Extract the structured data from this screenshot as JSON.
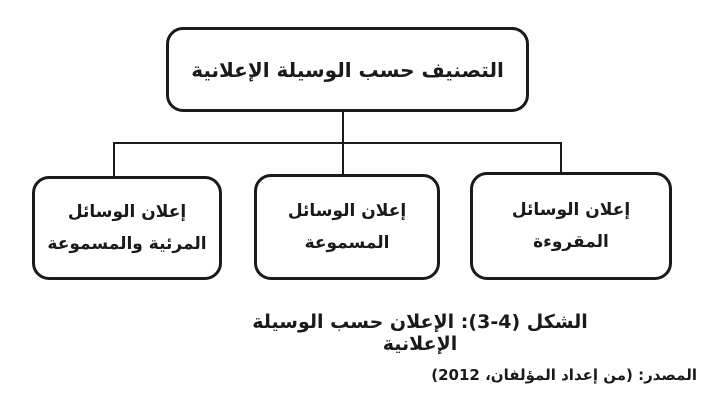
{
  "colors": {
    "ink": "#1a1a1a",
    "background": "#ffffff"
  },
  "diagram": {
    "root": {
      "label": "التصنيف حسب الوسيلة الإعلانية"
    },
    "children": [
      {
        "line1": "إعلان الوسائل",
        "line2": "المرئية والمسموعة"
      },
      {
        "line1": "إعلان الوسائل",
        "line2": "المسموعة"
      },
      {
        "line1": "إعلان الوسائل",
        "line2": "المقروءة"
      }
    ]
  },
  "caption": {
    "text": "الشكل (4-3): الإعلان حسب الوسيلة الإعلانية"
  },
  "source": {
    "text": "المصدر: (من إعداد المؤلفان، 2012)"
  }
}
